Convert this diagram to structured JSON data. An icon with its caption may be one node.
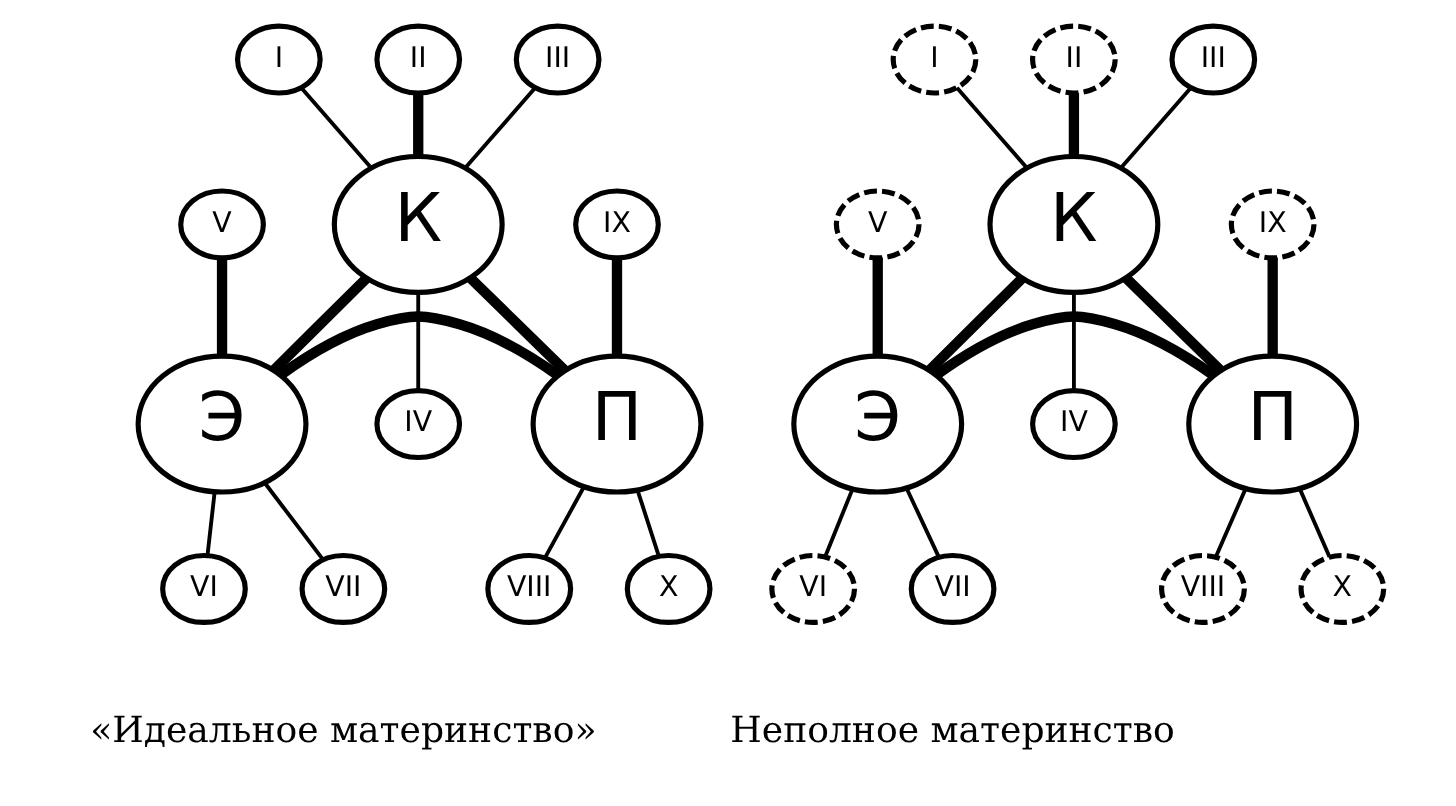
{
  "diagram": {
    "nodes": [
      {
        "text": [
          "К"
        ]
      },
      {
        "text": [
          "Э"
        ]
      },
      {
        "text": [
          "П"
        ]
      },
      {
        "text": [
          "I"
        ]
      },
      {
        "text": [
          "II"
        ]
      },
      {
        "text": [
          "III"
        ]
      },
      {
        "text": [
          "IV"
        ]
      },
      {
        "text": [
          "V"
        ]
      },
      {
        "text": [
          "VI"
        ]
      },
      {
        "text": [
          "VII"
        ]
      },
      {
        "text": [
          "VIII"
        ]
      },
      {
        "text": [
          "IX"
        ]
      },
      {
        "text": [
          "X"
        ]
      },
      {
        "text": [
          "К"
        ]
      },
      {
        "text": [
          "Э"
        ]
      },
      {
        "text": [
          "П"
        ]
      },
      {
        "text": [
          "I"
        ]
      },
      {
        "text": [
          "II"
        ]
      },
      {
        "text": [
          "III"
        ]
      },
      {
        "text": [
          "IV"
        ]
      },
      {
        "text": [
          "V"
        ]
      },
      {
        "text": [
          "VI"
        ]
      },
      {
        "text": [
          "VII"
        ]
      },
      {
        "text": [
          "VIII"
        ]
      },
      {
        "text": [
          "IX"
        ]
      },
      {
        "text": [
          "X"
        ]
      }
    ],
    "edges": [
      {
        "from": 0,
        "to": 1,
        "arrow": "none",
        "style": "thick"
      },
      {
        "from": 0,
        "to": 2,
        "arrow": "none",
        "style": "thick"
      },
      {
        "from": 1,
        "to": 2,
        "arrow": "none",
        "style": "thick"
      },
      {
        "from": 3,
        "to": 0,
        "arrow": "none"
      },
      {
        "from": 4,
        "to": 0,
        "arrow": "none",
        "style": "thick"
      },
      {
        "from": 5,
        "to": 0,
        "arrow": "none"
      },
      {
        "from": 0,
        "to": 6,
        "arrow": "none"
      },
      {
        "from": 7,
        "to": 1,
        "arrow": "none",
        "style": "thick"
      },
      {
        "from": 1,
        "to": 8,
        "arrow": "none"
      },
      {
        "from": 1,
        "to": 9,
        "arrow": "none"
      },
      {
        "from": 2,
        "to": 10,
        "arrow": "none"
      },
      {
        "from": 11,
        "to": 2,
        "arrow": "none",
        "style": "thick"
      },
      {
        "from": 2,
        "to": 12,
        "arrow": "none"
      },
      {
        "from": 13,
        "to": 14,
        "arrow": "none",
        "style": "thick"
      },
      {
        "from": 13,
        "to": 15,
        "arrow": "none",
        "style": "thick"
      },
      {
        "from": 14,
        "to": 15,
        "arrow": "none",
        "style": "thick"
      },
      {
        "from": 16,
        "to": 13,
        "arrow": "none"
      },
      {
        "from": 17,
        "to": 13,
        "arrow": "none",
        "style": "thick"
      },
      {
        "from": 18,
        "to": 13,
        "arrow": "none"
      },
      {
        "from": 13,
        "to": 19,
        "arrow": "none"
      },
      {
        "from": 20,
        "to": 14,
        "arrow": "none",
        "style": "thick"
      },
      {
        "from": 14,
        "to": 21,
        "arrow": "none"
      },
      {
        "from": 14,
        "to": 22,
        "arrow": "none"
      },
      {
        "from": 15,
        "to": 23,
        "arrow": "none"
      },
      {
        "from": 24,
        "to": 15,
        "arrow": "none",
        "style": "thick"
      },
      {
        "from": 15,
        "to": 25,
        "arrow": "none"
      }
    ],
    "labels": [
      "«Идеальное материнство»",
      "Неполное материнство"
    ]
  }
}
